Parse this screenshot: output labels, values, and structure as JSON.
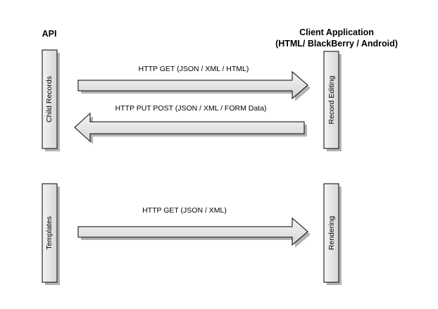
{
  "headings": {
    "api": "API",
    "client_line1": "Client Application",
    "client_line2": "(HTML/ BlackBerry / Android)"
  },
  "boxes": {
    "child_records": "Child Records",
    "record_editing": "Record Editing",
    "templates": "Templates",
    "rendering": "Rendering"
  },
  "arrows": {
    "get_json_xml_html": "HTTP GET (JSON / XML / HTML)",
    "put_post": "HTTP PUT POST (JSON / XML / FORM Data)",
    "get_json_xml": "HTTP GET (JSON / XML)"
  },
  "colors": {
    "box_fill_light": "#f2f2f2",
    "box_fill_mid": "#d9d9d9",
    "stroke": "#000000",
    "shadow": "#b3b3b3"
  }
}
